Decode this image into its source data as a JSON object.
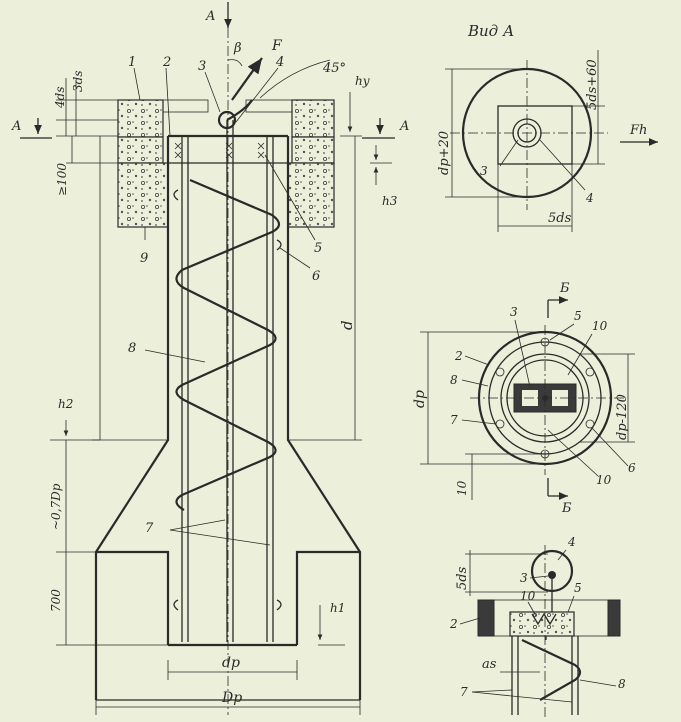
{
  "colors": {
    "paper": "#ecefd9",
    "ink": "#2a2a2a"
  },
  "main": {
    "section_marks": {
      "a_left": "A",
      "a_right": "A",
      "a_top": "A"
    },
    "force": "F",
    "angle_beta": "β",
    "angle_45": "45°",
    "dims": {
      "four_ds": "4ds",
      "three_ds": "3ds",
      "min100": "≥100",
      "d": "d",
      "dp": "dp",
      "Dp": "Dp",
      "flare": "~0,7Dp",
      "h700": "700"
    },
    "levels": {
      "hy": "hy",
      "h3": "h3",
      "h2": "h2",
      "h1": "h1"
    },
    "callouts": [
      "1",
      "2",
      "3",
      "4",
      "5",
      "6",
      "7",
      "8",
      "9"
    ]
  },
  "view_a": {
    "title": "Вид А",
    "dim_left": "dp+20",
    "dim_right": "5ds+60",
    "dim_bottom": "5ds",
    "force": "Fh",
    "callouts": [
      "3",
      "4"
    ]
  },
  "section_b": {
    "mark": "Б",
    "dim_left": "dp",
    "dim_right": "dp-120",
    "dim_bottom": "10",
    "callouts": [
      "2",
      "3",
      "5",
      "6",
      "7",
      "8",
      "10",
      "10"
    ]
  },
  "detail": {
    "dim_left": "5ds",
    "dim_bottom": "as",
    "callouts": [
      "2",
      "3",
      "4",
      "5",
      "7",
      "8",
      "10"
    ]
  }
}
